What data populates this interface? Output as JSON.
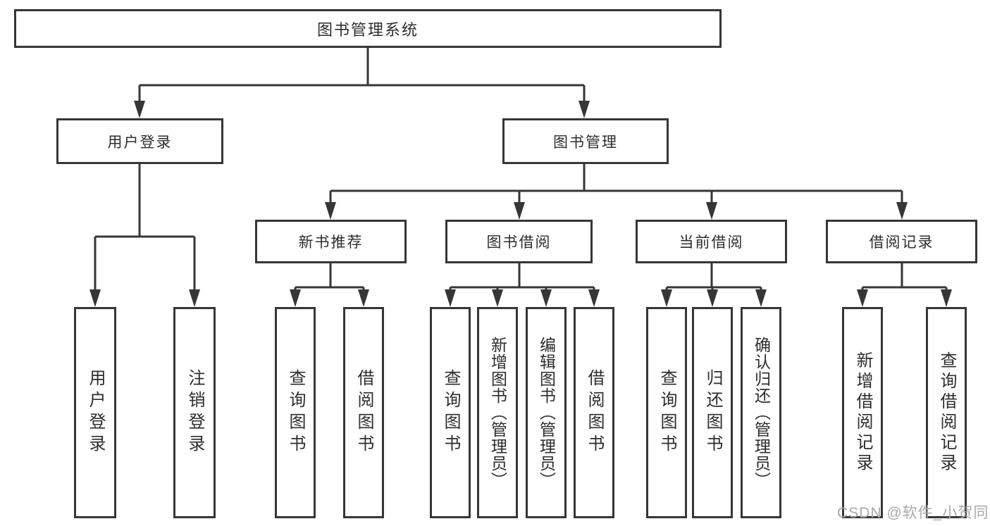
{
  "diagram": {
    "root": "图书管理系统",
    "branches": {
      "user_login": "用户登录",
      "book_mgmt": "图书管理"
    },
    "modules": {
      "new_books": "新书推荐",
      "borrow": "图书借阅",
      "current": "当前借阅",
      "records": "借阅记录"
    },
    "leaves": {
      "login": "用户登录",
      "logout": "注销登录",
      "nb_query": "查询图书",
      "nb_borrow": "借阅图书",
      "bw_query": "查询图书",
      "bw_add": "新增图书（管理员）",
      "bw_edit": "编辑图书（管理员）",
      "bw_borrow": "借阅图书",
      "cur_query": "查询图书",
      "cur_return": "归还图书",
      "cur_confirm": "确认归还（管理员）",
      "rec_add": "新增借阅记录",
      "rec_query": "查询借阅记录"
    }
  },
  "watermark": "CSDN @软件_小贺同学",
  "colors": {
    "line": "#363636",
    "text": "#2d2d2d",
    "background": "#ffffff",
    "watermark": "#a9a9a9"
  }
}
